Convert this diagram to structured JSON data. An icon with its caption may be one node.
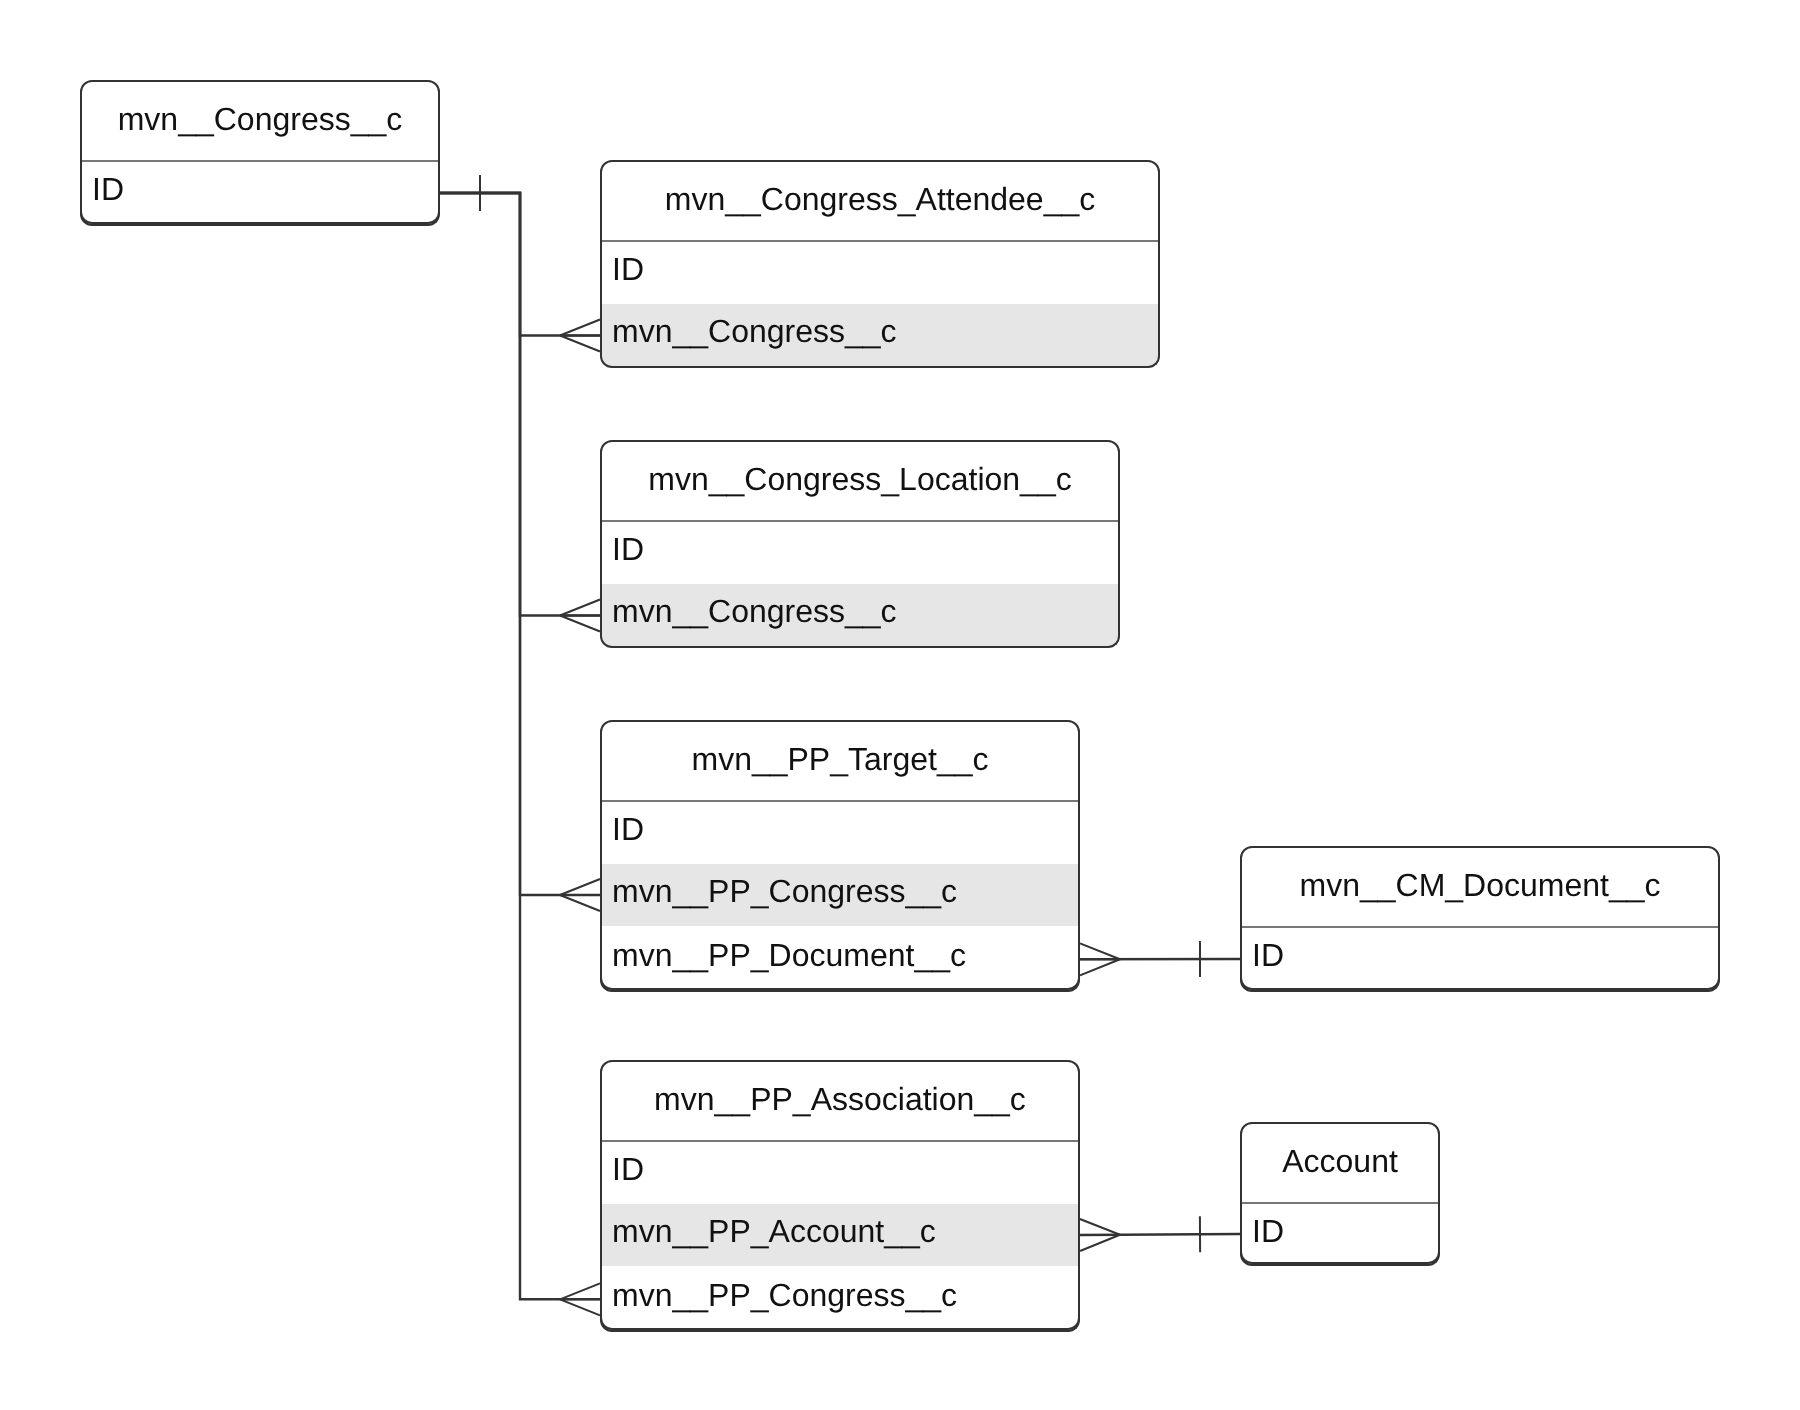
{
  "diagram": {
    "nodes": [
      {
        "text": [
          "mvn__Congress__c"
        ]
      },
      {
        "text": [
          "ID"
        ],
        "in": 0
      },
      {
        "text": [
          "mvn__Congress_Attendee__c"
        ]
      },
      {
        "text": [
          "ID"
        ],
        "in": 2
      },
      {
        "text": [
          "mvn__Congress__c"
        ],
        "in": 2
      },
      {
        "text": [
          "mvn__Congress_Location__c"
        ]
      },
      {
        "text": [
          "ID"
        ],
        "in": 5
      },
      {
        "text": [
          "mvn__Congress__c"
        ],
        "in": 5
      },
      {
        "text": [
          "mvn__PP_Target__c"
        ]
      },
      {
        "text": [
          "ID"
        ],
        "in": 8
      },
      {
        "text": [
          "mvn__PP_Congress__c"
        ],
        "in": 8
      },
      {
        "text": [
          "mvn__PP_Document__c"
        ],
        "in": 8
      },
      {
        "text": [
          "mvn__CM_Document__c"
        ]
      },
      {
        "text": [
          "ID"
        ],
        "in": 12
      },
      {
        "text": [
          "mvn__PP_Association__c"
        ]
      },
      {
        "text": [
          "ID"
        ],
        "in": 14
      },
      {
        "text": [
          "mvn__PP_Account__c"
        ],
        "in": 14
      },
      {
        "text": [
          "mvn__PP_Congress__c"
        ],
        "in": 14
      },
      {
        "text": [
          "Account"
        ]
      },
      {
        "text": [
          "ID"
        ],
        "in": 18
      }
    ],
    "edges": [
      {
        "from": 1,
        "to": 4,
        "arrow": "other"
      },
      {
        "from": 1,
        "to": 7,
        "arrow": "other"
      },
      {
        "from": 1,
        "to": 10,
        "arrow": "other"
      },
      {
        "from": 1,
        "to": 17,
        "arrow": "other"
      },
      {
        "from": 13,
        "to": 11,
        "arrow": "other"
      },
      {
        "from": 19,
        "to": 16,
        "arrow": "other"
      }
    ]
  }
}
